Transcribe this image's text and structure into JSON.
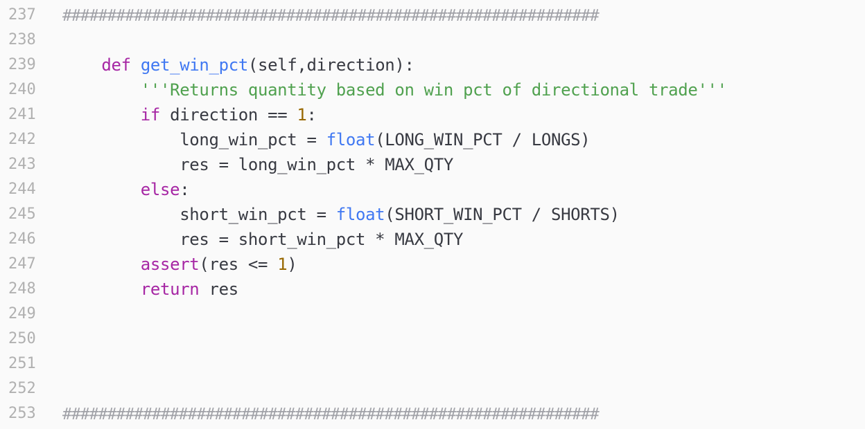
{
  "editor": {
    "lines": [
      {
        "num": "237",
        "tokens": [
          {
            "t": "############################################################",
            "c": "cm"
          }
        ]
      },
      {
        "num": "238",
        "tokens": []
      },
      {
        "num": "239",
        "tokens": [
          {
            "t": "    ",
            "c": "plain"
          },
          {
            "t": "def",
            "c": "kw"
          },
          {
            "t": " ",
            "c": "plain"
          },
          {
            "t": "get_win_pct",
            "c": "fn"
          },
          {
            "t": "(self,direction):",
            "c": "plain"
          }
        ]
      },
      {
        "num": "240",
        "tokens": [
          {
            "t": "        ",
            "c": "plain"
          },
          {
            "t": "'''Returns quantity based on win pct of directional trade'''",
            "c": "str"
          }
        ]
      },
      {
        "num": "241",
        "tokens": [
          {
            "t": "        ",
            "c": "plain"
          },
          {
            "t": "if",
            "c": "kw"
          },
          {
            "t": " direction == ",
            "c": "plain"
          },
          {
            "t": "1",
            "c": "num"
          },
          {
            "t": ":",
            "c": "plain"
          }
        ]
      },
      {
        "num": "242",
        "tokens": [
          {
            "t": "            long_win_pct = ",
            "c": "plain"
          },
          {
            "t": "float",
            "c": "fn"
          },
          {
            "t": "(LONG_WIN_PCT / LONGS)",
            "c": "plain"
          }
        ]
      },
      {
        "num": "243",
        "tokens": [
          {
            "t": "            res = long_win_pct * MAX_QTY",
            "c": "plain"
          }
        ]
      },
      {
        "num": "244",
        "tokens": [
          {
            "t": "        ",
            "c": "plain"
          },
          {
            "t": "else",
            "c": "kw"
          },
          {
            "t": ":",
            "c": "plain"
          }
        ]
      },
      {
        "num": "245",
        "tokens": [
          {
            "t": "            short_win_pct = ",
            "c": "plain"
          },
          {
            "t": "float",
            "c": "fn"
          },
          {
            "t": "(SHORT_WIN_PCT / SHORTS)",
            "c": "plain"
          }
        ]
      },
      {
        "num": "246",
        "tokens": [
          {
            "t": "            res = short_win_pct * MAX_QTY",
            "c": "plain"
          }
        ]
      },
      {
        "num": "247",
        "tokens": [
          {
            "t": "        ",
            "c": "plain"
          },
          {
            "t": "assert",
            "c": "kw"
          },
          {
            "t": "(res <= ",
            "c": "plain"
          },
          {
            "t": "1",
            "c": "num"
          },
          {
            "t": ")",
            "c": "plain"
          }
        ]
      },
      {
        "num": "248",
        "tokens": [
          {
            "t": "        ",
            "c": "plain"
          },
          {
            "t": "return",
            "c": "kw"
          },
          {
            "t": " res",
            "c": "plain"
          }
        ]
      },
      {
        "num": "249",
        "tokens": []
      },
      {
        "num": "250",
        "tokens": []
      },
      {
        "num": "251",
        "tokens": []
      },
      {
        "num": "252",
        "tokens": []
      },
      {
        "num": "253",
        "tokens": [
          {
            "t": "############################################################",
            "c": "cm"
          }
        ]
      }
    ]
  },
  "colors": {
    "background": "#fafafa",
    "line_number": "#b0b0b0",
    "keyword": "#a626a4",
    "function": "#4078f2",
    "string": "#50a14f",
    "number": "#986801",
    "comment": "#a0a1a7",
    "plain": "#383a42"
  }
}
